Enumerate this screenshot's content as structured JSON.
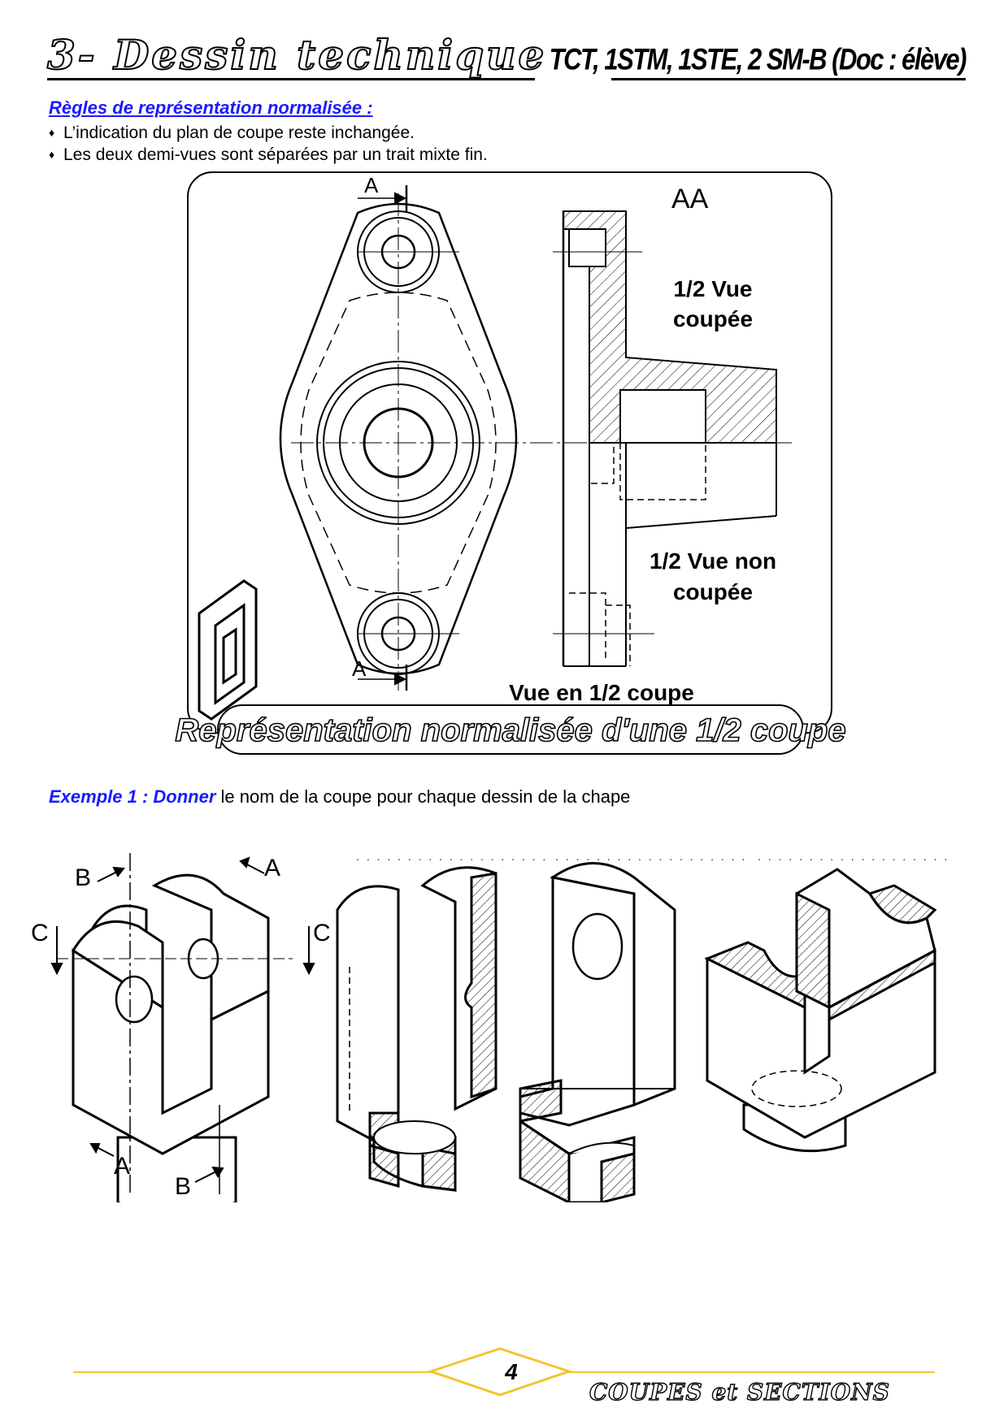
{
  "header": {
    "title": "3- Dessin technique",
    "classes": "TCT, 1STM, 1STE,  2 SM-B (Doc : élève)"
  },
  "rules": {
    "heading": "Règles de représentation normalisée :",
    "bullets": [
      "L’indication du plan de coupe reste inchangée.",
      "Les deux demi-vues sont séparées par un trait mixte fin."
    ]
  },
  "figure": {
    "section_mark": "A",
    "view_title": "AA",
    "label_cut": [
      "1/2 Vue",
      "coupée"
    ],
    "label_uncut": [
      "1/2 Vue non",
      "coupée"
    ],
    "label_view": "Vue en 1/2 coupe",
    "banner": "Représentation normalisée d'une 1/2 coupe"
  },
  "example1": {
    "prefix": "Exemple 1 : Donner",
    "text": " le nom de la coupe pour chaque dessin de la chape",
    "answer_placeholders": [
      ". . . . . . . . . . . . . . . . . . .",
      ". . . . . . . . . . . . . . . . . . .",
      ". . . . . . . . . . . . . . . . . . ."
    ],
    "labels": {
      "a": "A",
      "b": "B",
      "c": "C"
    }
  },
  "footer": {
    "page_number": "4",
    "subject": "COUPES et SECTIONS"
  }
}
